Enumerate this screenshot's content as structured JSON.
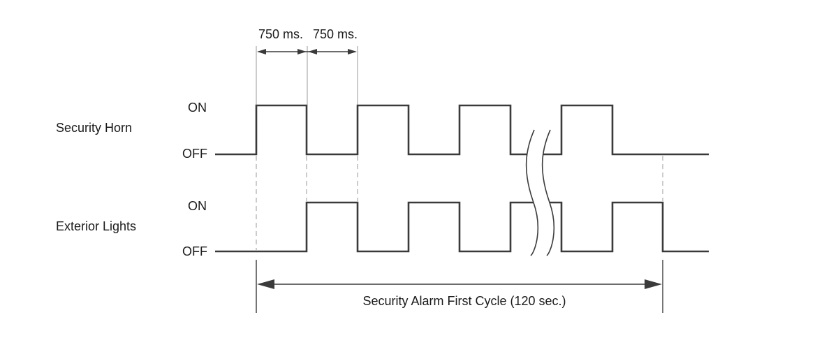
{
  "signals": {
    "horn": {
      "name": "Security Horn",
      "on_label": "ON",
      "off_label": "OFF"
    },
    "lights": {
      "name": "Exterior Lights",
      "on_label": "ON",
      "off_label": "OFF"
    }
  },
  "intervals": {
    "first": "750 ms.",
    "second": "750 ms."
  },
  "cycle_label": "Security Alarm First Cycle (120 sec.)"
}
